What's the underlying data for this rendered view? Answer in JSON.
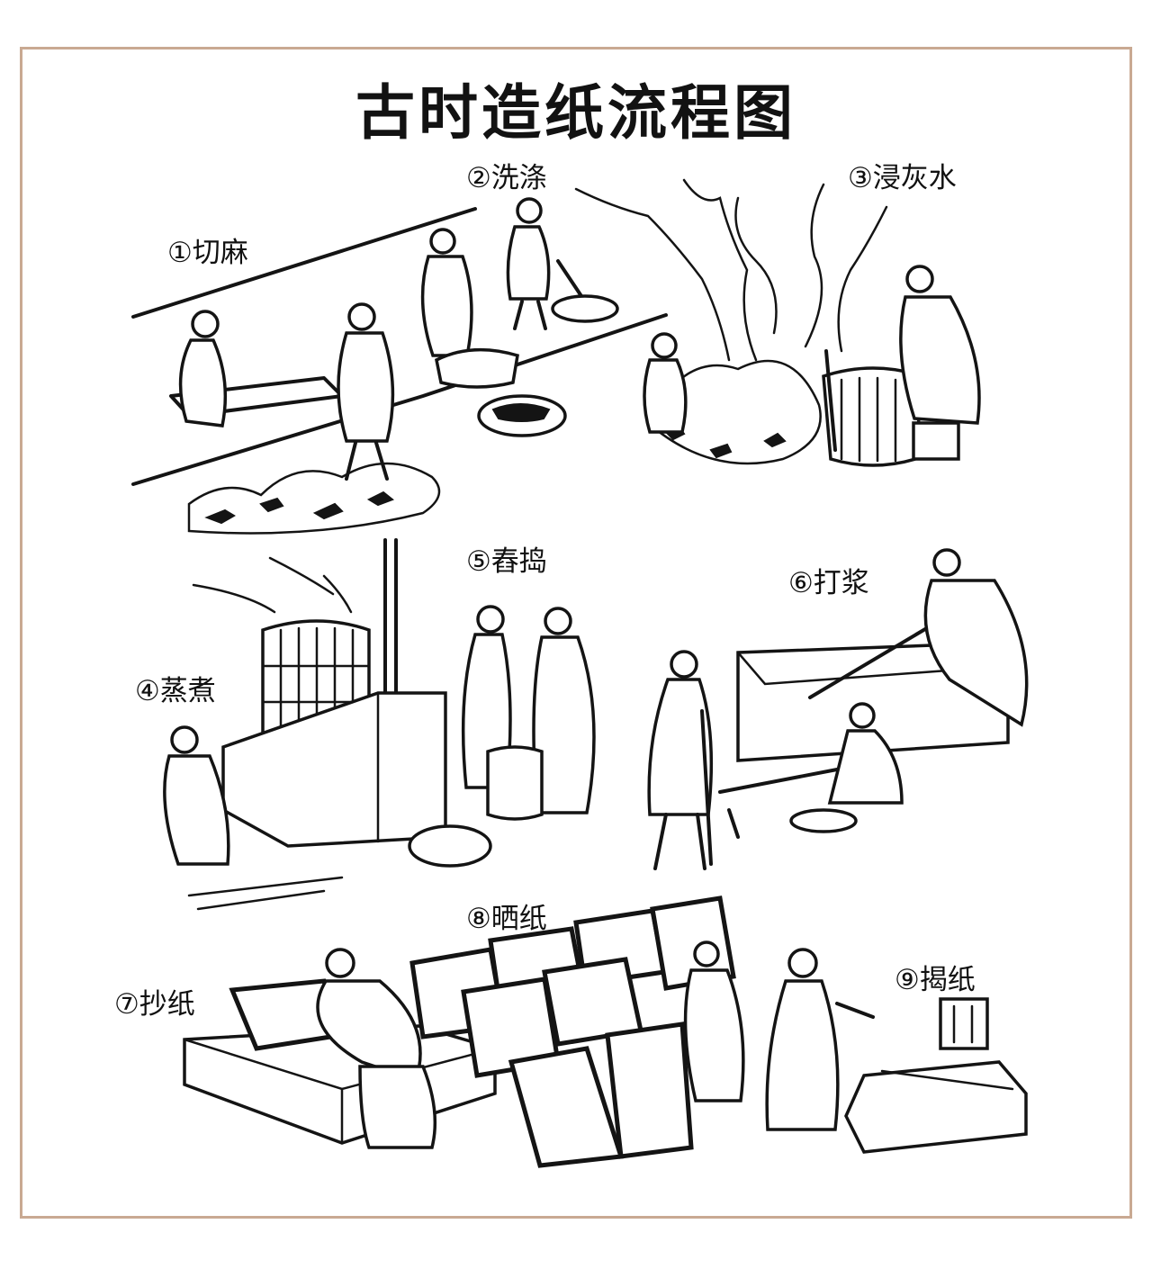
{
  "title": "古时造纸流程图",
  "steps": [
    {
      "label": "①切麻"
    },
    {
      "label": "②洗涤"
    },
    {
      "label": "③浸灰水"
    },
    {
      "label": "④蒸煮"
    },
    {
      "label": "⑤舂捣"
    },
    {
      "label": "⑥打浆"
    },
    {
      "label": "⑦抄纸"
    },
    {
      "label": "⑧晒纸"
    },
    {
      "label": "⑨揭纸"
    }
  ],
  "colors": {
    "frame": "#c9a992",
    "ink": "#141414",
    "background": "#ffffff"
  }
}
